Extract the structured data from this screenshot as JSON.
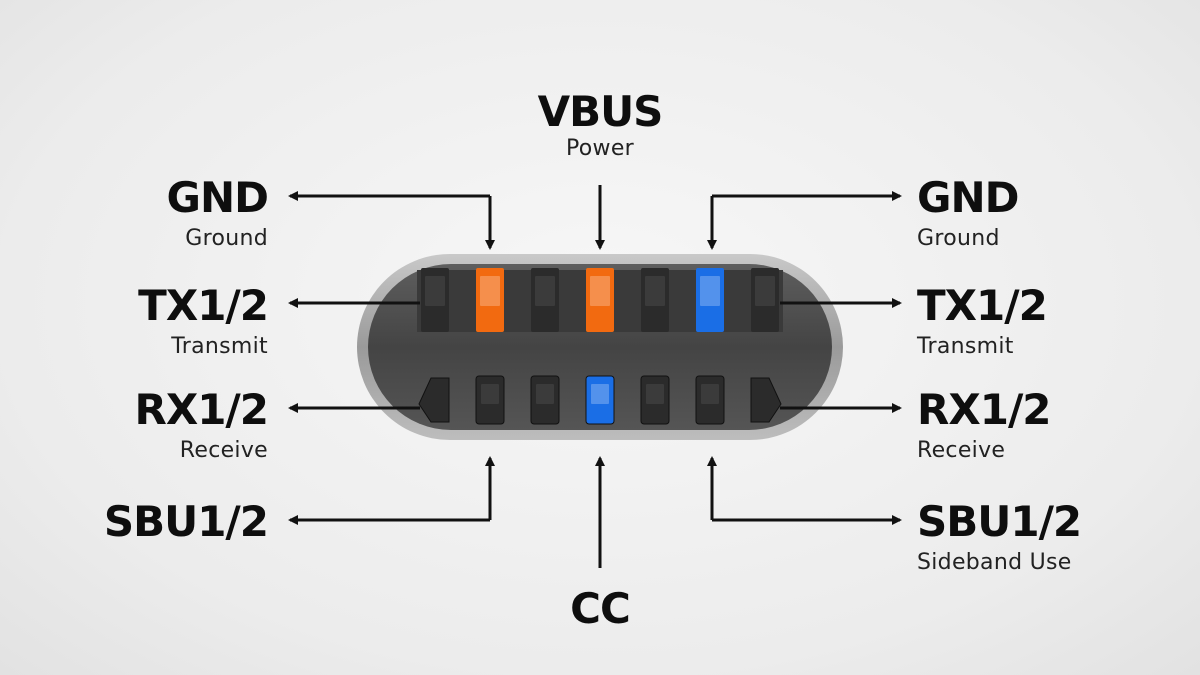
{
  "top": {
    "name": "VBUS",
    "desc": "Power"
  },
  "bottom": {
    "name": "CC"
  },
  "left": [
    {
      "name": "GND",
      "desc": "Ground"
    },
    {
      "name": "TX1/2",
      "desc": "Transmit"
    },
    {
      "name": "RX1/2",
      "desc": "Receive"
    },
    {
      "name": "SBU1/2"
    }
  ],
  "right": [
    {
      "name": "GND",
      "desc": "Ground"
    },
    {
      "name": "TX1/2",
      "desc": "Transmit"
    },
    {
      "name": "RX1/2",
      "desc": "Receive"
    },
    {
      "name": "SBU1/2",
      "desc": "Sideband Use"
    }
  ],
  "connector": {
    "top_row_pin_colors": [
      "#2b2b2b",
      "#f26a10",
      "#2b2b2b",
      "#f26a10",
      "#2b2b2b",
      "#1a6ee6",
      "#2b2b2b"
    ],
    "bottom_row_pin_colors": [
      "#2b2b2b",
      "#2b2b2b",
      "#2b2b2b",
      "#1a6ee6",
      "#2b2b2b",
      "#2b2b2b",
      "#2b2b2b"
    ]
  },
  "colors": {
    "orange": "#f26a10",
    "blue": "#1a6ee6",
    "line": "#111111"
  }
}
